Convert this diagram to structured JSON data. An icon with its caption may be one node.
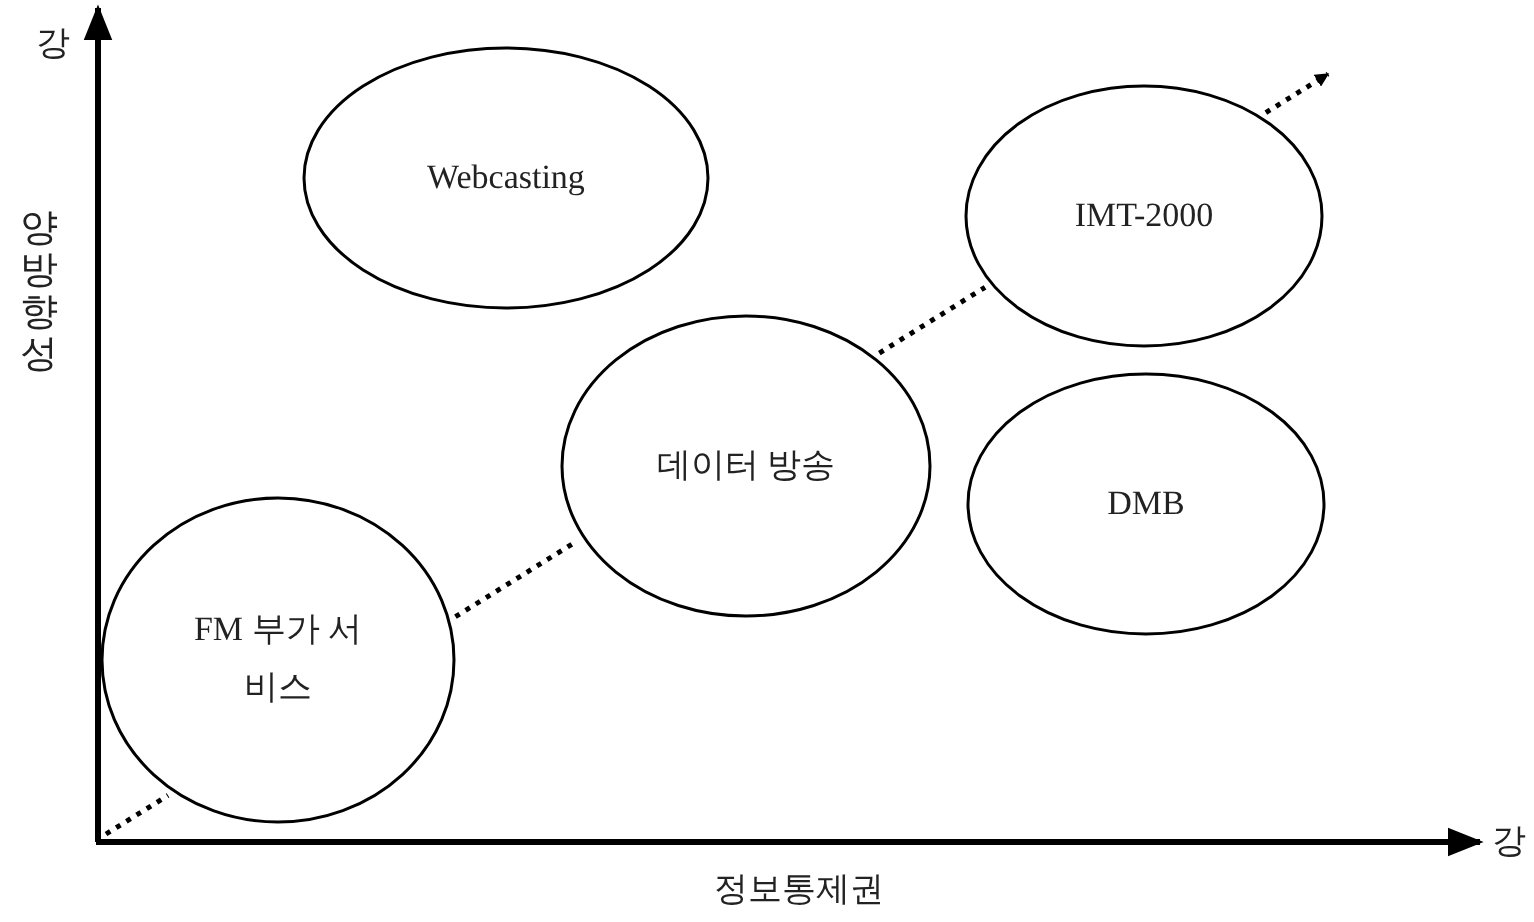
{
  "diagram": {
    "nodes": [
      {
        "text": [
          "Webcasting"
        ]
      },
      {
        "text": [
          "IMT-2000"
        ]
      },
      {
        "text": [
          "데이터 방송"
        ]
      },
      {
        "text": [
          "DMB"
        ]
      },
      {
        "text": [
          "FM 부가 서비스"
        ]
      }
    ],
    "edges": [
      {
        "from": null,
        "to": 4,
        "arrow": "none",
        "style": "dashed"
      },
      {
        "from": 4,
        "to": 2,
        "arrow": "none",
        "style": "dashed"
      },
      {
        "from": 2,
        "to": 1,
        "arrow": "none",
        "style": "dashed"
      },
      {
        "from": 1,
        "to": null,
        "arrow": "to",
        "style": "dashed"
      }
    ],
    "labels": [
      "강",
      "양방향성",
      "강",
      "정보통제권"
    ]
  }
}
